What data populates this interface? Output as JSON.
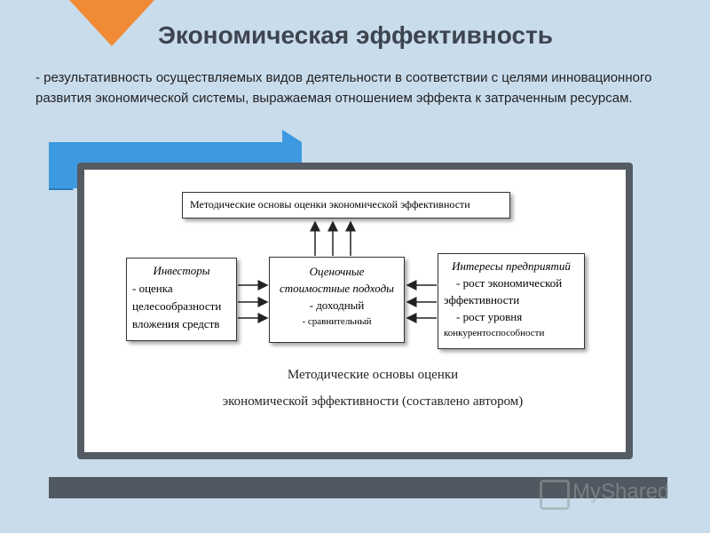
{
  "slide": {
    "title": "Экономическая эффективность",
    "definition": "- результативность осуществляемых видов деятельности в соответствии с целями инновационного развития экономической системы, выражаемая отношением эффекта к затраченным ресурсам."
  },
  "diagram": {
    "top_box": "Методические основы оценки экономической эффективности",
    "left_box": {
      "header": "Инвесторы",
      "lines": [
        "- оценка",
        "целесообразности",
        "вложения средств"
      ]
    },
    "middle_box": {
      "header_1": "Оценочные",
      "header_2": "стоимостные подходы",
      "lines": [
        "- доходный",
        "- сравнительный"
      ]
    },
    "right_box": {
      "header": "Интересы предприятий",
      "lines": [
        "- рост экономической",
        "эффективности",
        "- рост уровня",
        "конкурентоспособности"
      ]
    },
    "caption_1": "Методические основы оценки",
    "caption_2": "экономической эффективности (составлено автором)"
  },
  "watermark": "MyShared",
  "colors": {
    "background": "#c9dcec",
    "accent_orange": "#f08a35",
    "ribbon_blue": "#3d9ae0",
    "frame_gray": "#555b62"
  }
}
